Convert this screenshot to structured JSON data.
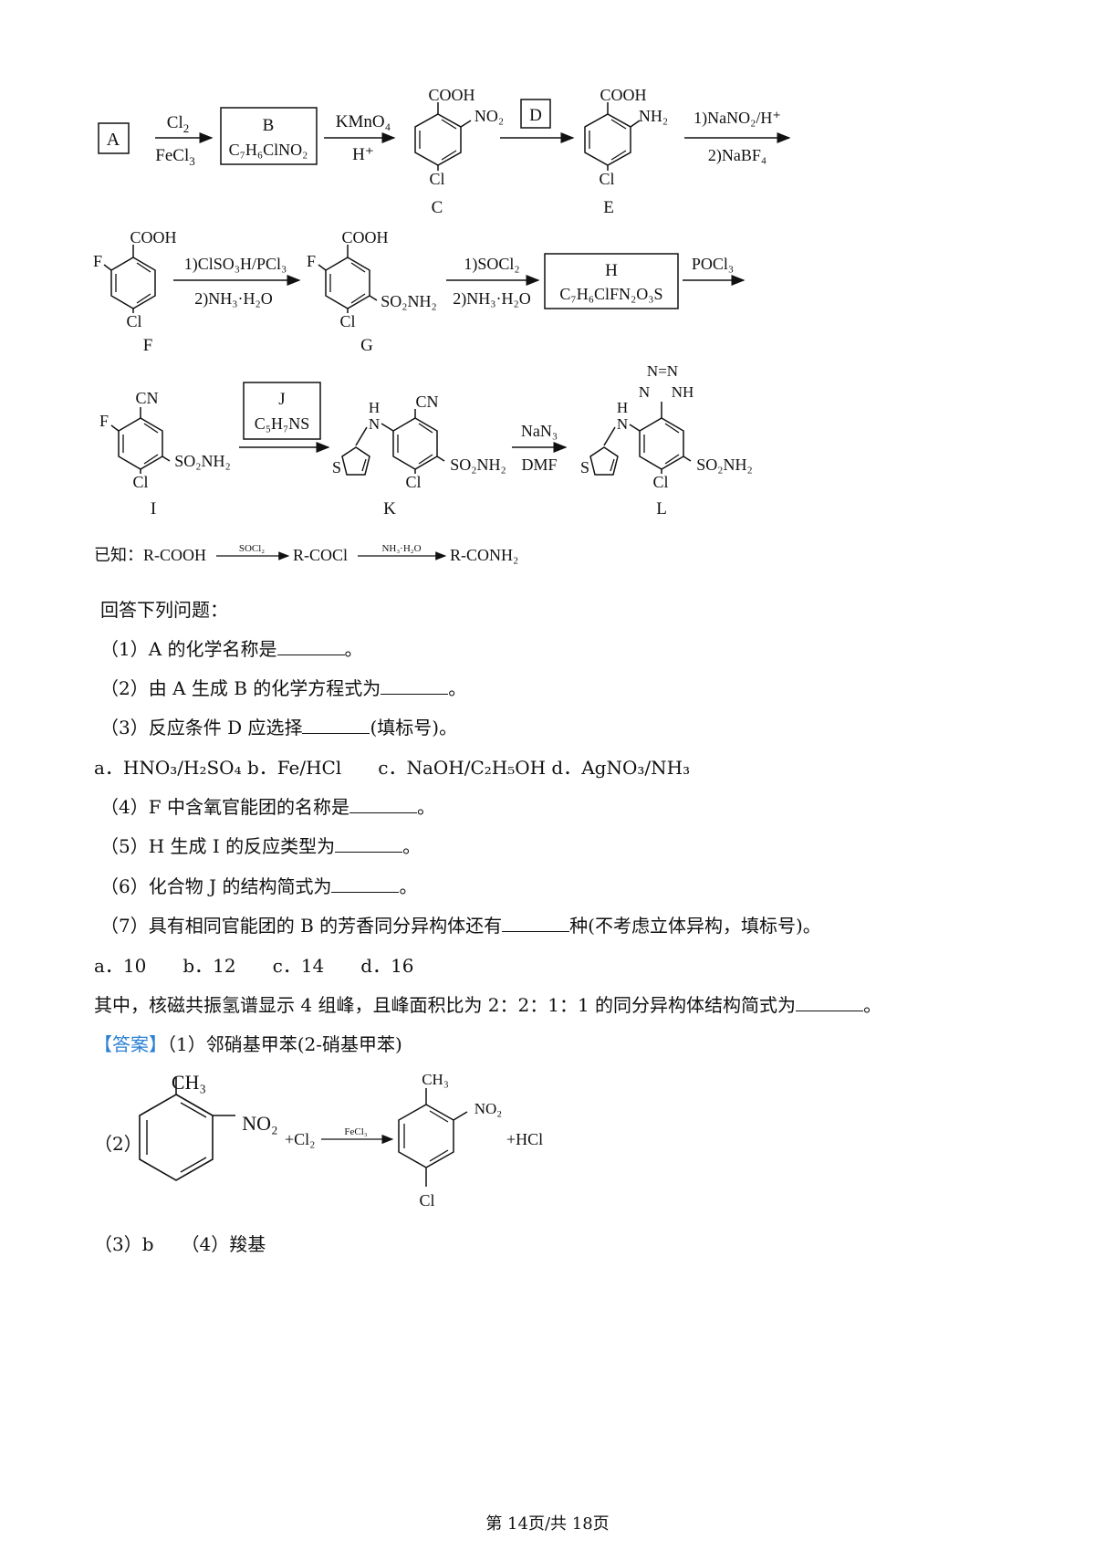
{
  "scheme": {
    "row1": {
      "A": "A",
      "step_AB_top": "Cl",
      "step_AB_top_sub": "2",
      "step_AB_bottom": "FeCl",
      "step_AB_bottom_sub": "3",
      "B_label": "B",
      "B_formula": "C₇H₆ClNO₂",
      "step_BC_top": "KMnO₄",
      "step_BC_bottom": "H⁺",
      "C_cooh": "COOH",
      "C_no2": "NO₂",
      "C_cl": "Cl",
      "C": "C",
      "D": "D",
      "E_cooh": "COOH",
      "E_nh2": "NH₂",
      "E_cl": "Cl",
      "E": "E",
      "step_EF_top": "1)NaNO₂/H⁺",
      "step_EF_bottom": "2)NaBF₄"
    },
    "row2": {
      "F_cooh": "COOH",
      "F_f": "F",
      "F_cl": "Cl",
      "F": "F",
      "step_FG_top": "1)ClSO₃H/PCl₃",
      "step_FG_bottom": "2)NH₃·H₂O",
      "G_cooh": "COOH",
      "G_f": "F",
      "G_so2nh2": "SO₂NH₂",
      "G_cl": "Cl",
      "G": "G",
      "step_GH_top": "1)SOCl₂",
      "step_GH_bottom": "2)NH₃·H₂O",
      "H_label": "H",
      "H_formula": "C₇H₆ClFN₂O₃S",
      "step_HI_top": "POCl₃"
    },
    "row3": {
      "I_cn": "CN",
      "I_f": "F",
      "I_so2nh2": "SO₂NH₂",
      "I_cl": "Cl",
      "I": "I",
      "J_label": "J",
      "J_formula": "C₅H₇NS",
      "K_h": "H",
      "K_n": "N",
      "K_cn": "CN",
      "K_s": "S",
      "K_so2nh2": "SO₂NH₂",
      "K_cl": "Cl",
      "K": "K",
      "step_KL_top": "NaN₃",
      "step_KL_bottom": "DMF",
      "L_nn": "N=N",
      "L_n": "N",
      "L_nh": "NH",
      "L_h": "H",
      "L_n2": "N",
      "L_s": "S",
      "L_so2nh2": "SO₂NH₂",
      "L_cl": "Cl",
      "L": "L"
    }
  },
  "known": {
    "prefix": "已知：R-COOH",
    "reagent1": "SOCl₂",
    "mid": "R-COCl",
    "reagent2": "NH₃·H₂O",
    "end": "R-CONH₂"
  },
  "questions": {
    "intro": "回答下列问题：",
    "q1a": "（1）A 的化学名称是",
    "q1b": "。",
    "q2a": "（2）由 A 生成 B 的化学方程式为",
    "q2b": "。",
    "q3a": "（3）反应条件 D 应选择",
    "q3b": "(填标号)。",
    "q3_options": "a．HNO₃/H₂SO₄ b．Fe/HCl　　c．NaOH/C₂H₅OH d．AgNO₃/NH₃",
    "q4a": "（4）F 中含氧官能团的名称是",
    "q4b": "。",
    "q5a": "（5）H 生成 I 的反应类型为",
    "q5b": "。",
    "q6a": "（6）化合物 J 的结构简式为",
    "q6b": "。",
    "q7a": "（7）具有相同官能团的 B 的芳香同分异构体还有",
    "q7b": "种(不考虑立体异构，填标号)。",
    "q7_options": "a．10　　b．12　　c．14　　d．16",
    "q7c_a": "其中，核磁共振氢谱显示 4 组峰，且峰面积比为 2：2：1：1 的同分异构体结构简式为",
    "q7c_b": "。"
  },
  "answer": {
    "tag": "【答案】",
    "a1": "（1）邻硝基甲苯(2-硝基甲苯)",
    "a2_label": "（2）",
    "a2_ch3": "CH₃",
    "a2_no2": "NO₂",
    "a2_plus_cl2": "+Cl₂",
    "a2_reagent": "FeCl₃",
    "a2_p_ch3": "CH₃",
    "a2_p_no2": "NO₂",
    "a2_p_cl": "Cl",
    "a2_hcl": "+HCl",
    "a3": "（3）b　　（4）羧基"
  },
  "footer": "第 14页/共 18页"
}
